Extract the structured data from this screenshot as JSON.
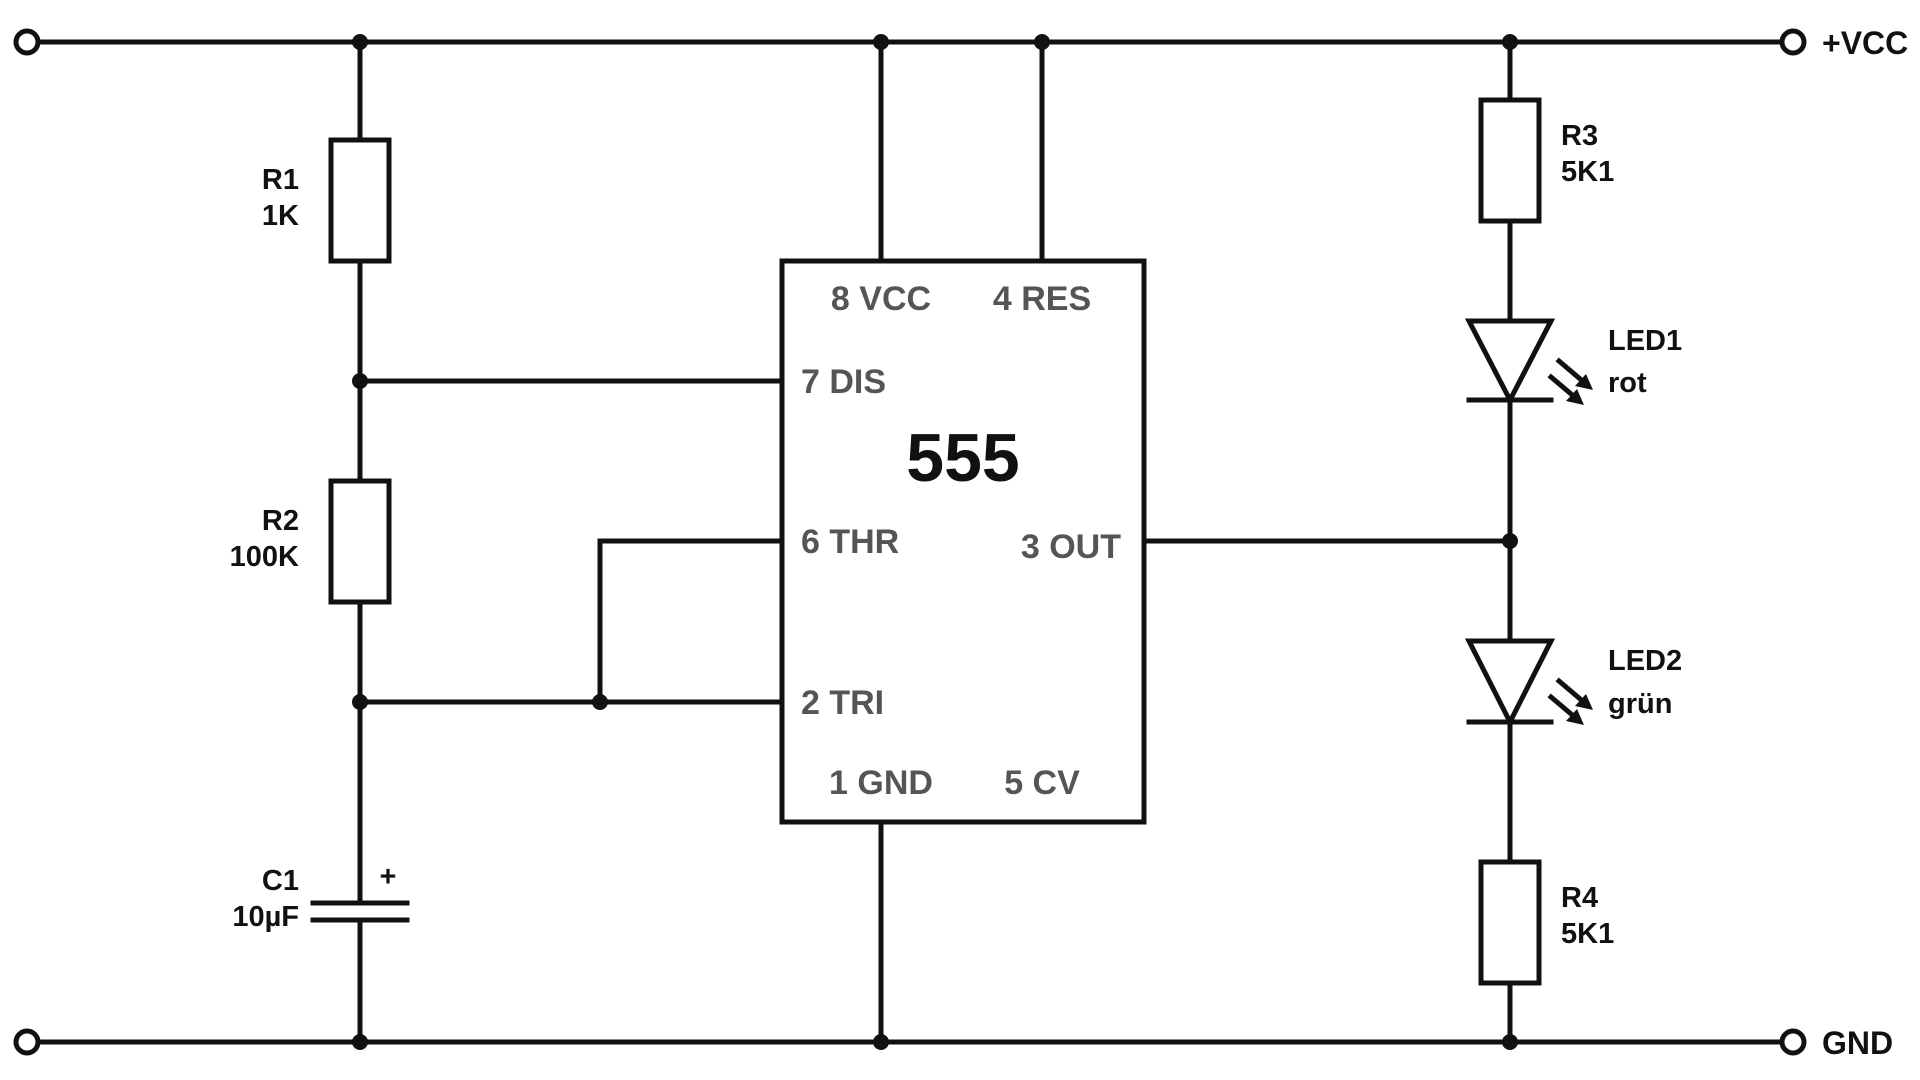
{
  "rails": {
    "vcc": "+VCC",
    "gnd": "GND"
  },
  "chip": {
    "name": "555",
    "pins": {
      "p8": "8 VCC",
      "p4": "4 RES",
      "p7": "7 DIS",
      "p6": "6 THR",
      "p3": "3 OUT",
      "p2": "2 TRI",
      "p1": "1 GND",
      "p5": "5 CV"
    }
  },
  "components": {
    "r1": {
      "ref": "R1",
      "value": "1K"
    },
    "r2": {
      "ref": "R2",
      "value": "100K"
    },
    "c1": {
      "ref": "C1",
      "value": "10µF",
      "polarity": "+"
    },
    "r3": {
      "ref": "R3",
      "value": "5K1"
    },
    "r4": {
      "ref": "R4",
      "value": "5K1"
    },
    "led1": {
      "ref": "LED1",
      "color": "rot"
    },
    "led2": {
      "ref": "LED2",
      "color": "grün"
    }
  }
}
